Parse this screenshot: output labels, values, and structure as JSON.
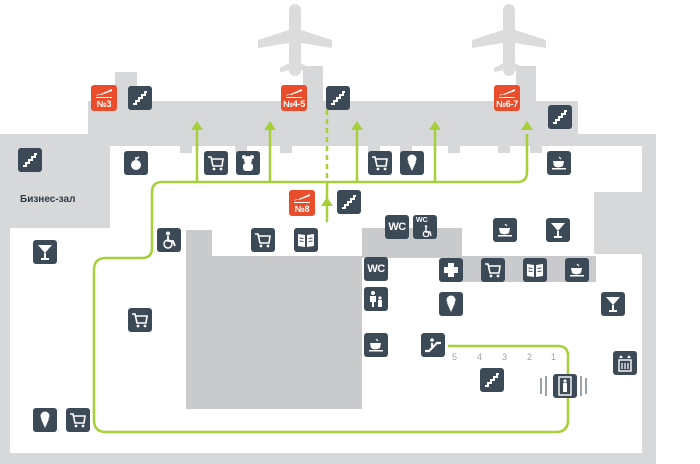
{
  "map": {
    "business_lounge": "Бизнес-зал",
    "gates": [
      {
        "id": "gate-3",
        "label": "№3"
      },
      {
        "id": "gate-4-5",
        "label": "№4-5"
      },
      {
        "id": "gate-6-7",
        "label": "№6-7"
      },
      {
        "id": "gate-8",
        "label": "№8"
      }
    ],
    "wc_label": "WC",
    "levels": [
      "5",
      "4",
      "3",
      "2",
      "1"
    ],
    "colors": {
      "route": "#a6cf3a",
      "terminal": "#d6d8da",
      "floor": "#ffffff",
      "block": "#c8cacc",
      "icon": "#3c4a57",
      "gate": "#ea4d2c",
      "plane": "#dcdcdc"
    },
    "icons": [
      "stairs-icon",
      "shopping-cart-icon",
      "fruit-icon",
      "toy-icon",
      "ice-cream-icon",
      "coffee-cup-icon",
      "cocktail-icon",
      "wheelchair-icon",
      "newspaper-icon",
      "wc-icon",
      "accessible-wc-icon",
      "pharmacy-icon",
      "family-icon",
      "escalator-icon",
      "elevator-icon",
      "lift-icon"
    ]
  }
}
